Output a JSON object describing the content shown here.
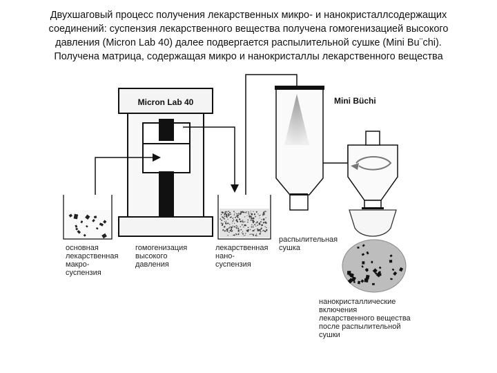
{
  "title_lines": [
    "Двухшаговый процесс получения лекарственных  микро- и нанокристаллсодержащих",
    "соединений: суспензия лекарственного вещества получена гомогенизацией высокого",
    "давления (Micron Lab 40) далее подвергается распылительной сушке (Mini Bu¨chi).",
    "Получена матрица, содержащая микро и нанокристаллы лекарственного вещества"
  ],
  "devices": {
    "homogenizer_name": "Micron Lab 40",
    "dryer_name": "Mini Büchi"
  },
  "labels": {
    "suspension": [
      "основная",
      "лекарственная",
      "макро-",
      "суспензия"
    ],
    "homogenization": [
      "гомогенизация",
      "высокого",
      "давления"
    ],
    "nanosuspension": [
      "лекарственная",
      "нано-",
      "суспензия"
    ],
    "spray_drying": [
      "распылительная",
      "сушка"
    ],
    "inclusions": [
      "нанокристаллические",
      "включения",
      "лекарственного вещества",
      "после распылительной",
      "сушки"
    ]
  },
  "colors": {
    "ink": "#111111",
    "panel": "#f2f2f2",
    "beam": "#bbbbbb"
  }
}
